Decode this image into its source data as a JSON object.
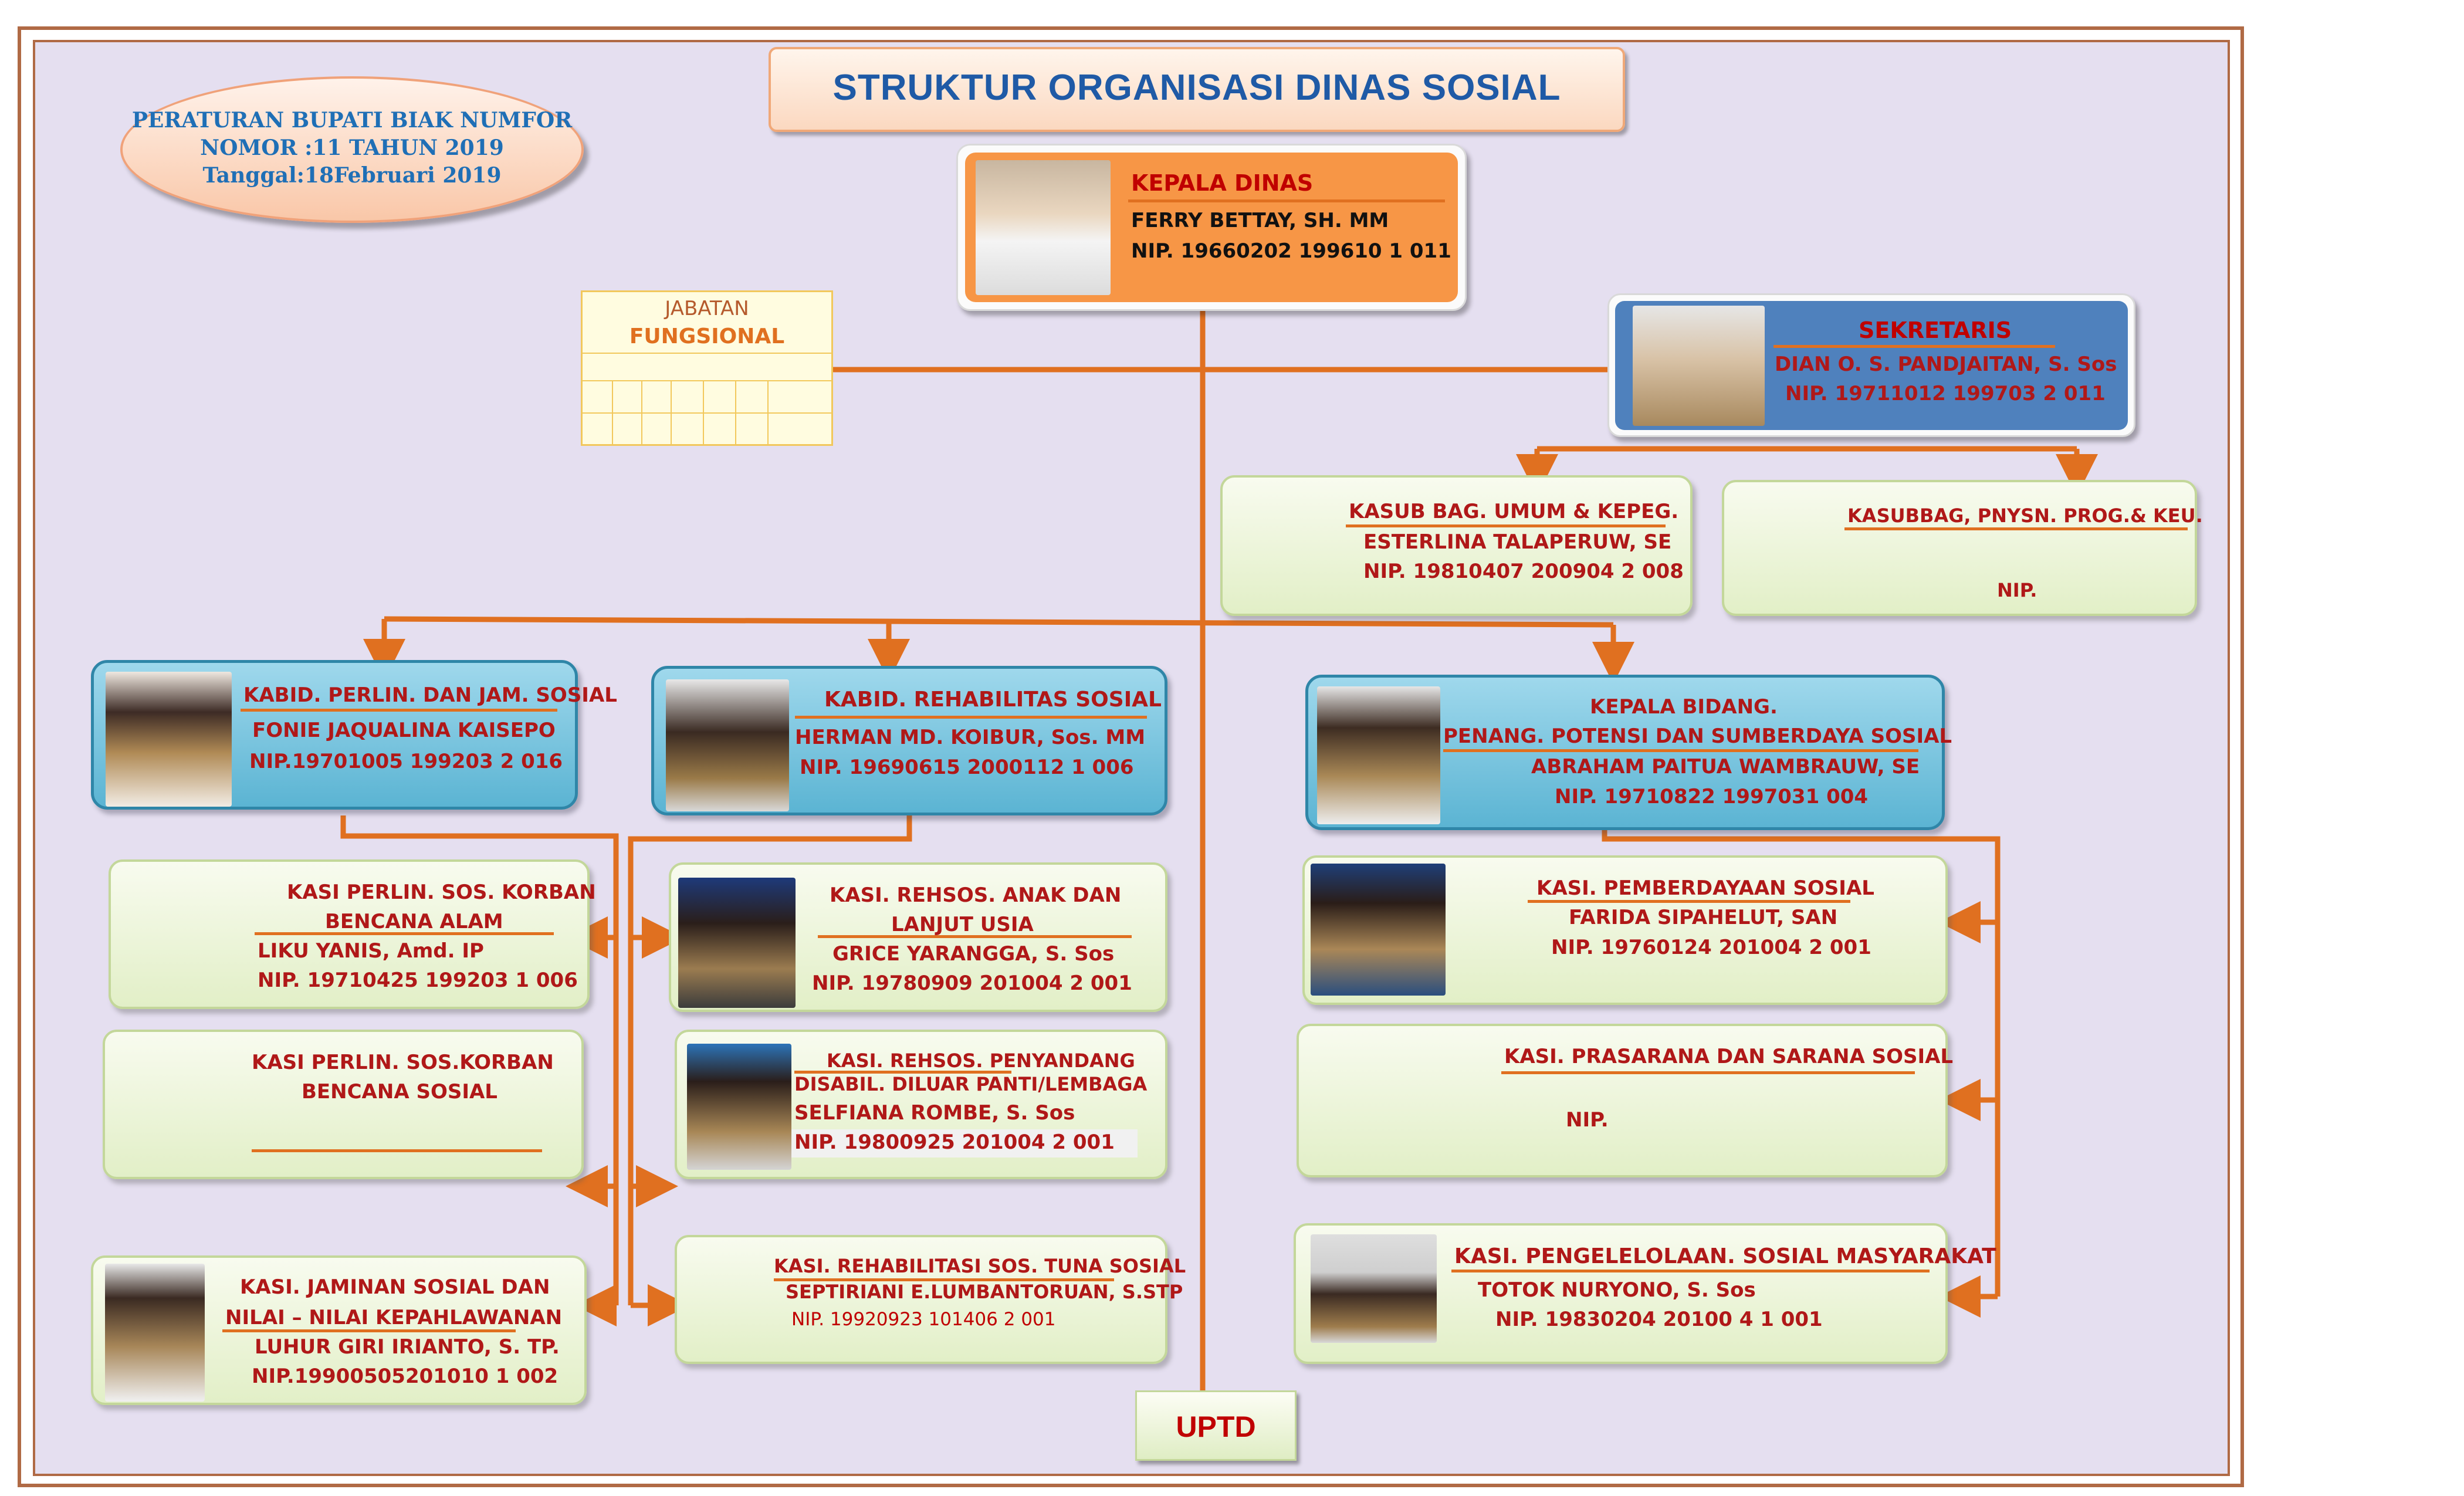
{
  "title": "STRUKTUR ORGANISASI DINAS SOSIAL",
  "regulation": {
    "line1": "PERATURAN BUPATI BIAK NUMFOR",
    "line2": "NOMOR :11 TAHUN 2019",
    "line3": "Tanggal:18Februari  2019"
  },
  "kepala": {
    "title": "KEPALA  DINAS",
    "name": "FERRY BETTAY, SH. MM",
    "nip": "NIP. 19660202 199610 1 011"
  },
  "jabatan": {
    "line1": "JABATAN",
    "line2": "FUNGSIONAL"
  },
  "sekretaris": {
    "title": "SEKRETARIS",
    "name": "DIAN O. S. PANDJAITAN, S. Sos",
    "nip": "NIP. 19711012 199703 2 011"
  },
  "kasubbag_umum": {
    "title": "KASUB BAG. UMUM & KEPEG.",
    "name": "ESTERLINA TALAPERUW, SE",
    "nip": "NIP. 19810407 200904 2 008"
  },
  "kasubbag_prog": {
    "title": "KASUBBAG, PNYSN. PROG.& KEU.",
    "nip": "NIP."
  },
  "kabid_perlin": {
    "title": "KABID. PERLIN. DAN JAM. SOSIAL",
    "name": "FONIE JAQUALINA KAISEPO",
    "nip": "NIP.19701005 199203 2 016"
  },
  "kabid_rehab": {
    "title": "KABID. REHABILITAS SOSIAL",
    "name": "HERMAN MD. KOIBUR, Sos. MM",
    "nip": "NIP.  19690615 2000112 1 006"
  },
  "kabid_potensi": {
    "line1": "KEPALA BIDANG.",
    "title": "PENANG. POTENSI DAN SUMBERDAYA SOSIAL",
    "name": "ABRAHAM PAITUA WAMBRAUW, SE",
    "nip": "NIP. 19710822 1997031 004"
  },
  "kasi_bencana_alam": {
    "line1": "KASI PERLIN. SOS. KORBAN",
    "line2": "BENCANA  ALAM",
    "name": "LIKU YANIS, Amd. IP",
    "nip": "NIP. 19710425 199203 1 006"
  },
  "kasi_bencana_sosial": {
    "line1": "KASI PERLIN. SOS.KORBAN",
    "line2": "BENCANA SOSIAL"
  },
  "kasi_jaminan": {
    "line1": "KASI. JAMINAN SOSIAL DAN",
    "line2": "NILAI – NILAI KEPAHLAWANAN",
    "name": "LUHUR GIRI IRIANTO, S. TP.",
    "nip": "NIP.19900505201010 1 002"
  },
  "kasi_anak": {
    "line1": "KASI. REHSOS. ANAK DAN",
    "line2": "LANJUT USIA",
    "name": "GRICE YARANGGA, S. Sos",
    "nip": "NIP. 19780909 201004 2 001"
  },
  "kasi_disabil": {
    "line1": "KASI. REHSOS.  PENYANDANG",
    "line2": "DISABIL. DILUAR  PANTI/LEMBAGA",
    "name": "SELFIANA ROMBE, S. Sos",
    "nip": "NIP. 19800925 201004 2 001"
  },
  "kasi_tuna": {
    "title": "KASI.  REHABILITASI SOS. TUNA  SOSIAL",
    "name": "SEPTIRIANI E.LUMBANTORUAN, S.STP",
    "nip": "NIP. 19920923 101406 2 001"
  },
  "kasi_pemberdayaan": {
    "title": "KASI. PEMBERDAYAAN SOSIAL",
    "name": "FARIDA  SIPAHELUT, SAN",
    "nip": "NIP. 19760124 201004 2 001"
  },
  "kasi_prasarana": {
    "title": "KASI. PRASARANA DAN SARANA  SOSIAL",
    "nip": "NIP."
  },
  "kasi_pengelolaan": {
    "title": "KASI. PENGELELOLAAN. SOSIAL MASYARAKAT",
    "name": "TOTOK NURYONO, S. Sos",
    "nip": "NIP. 19830204 20100 4 1 001"
  },
  "uptd": "UPTD",
  "colors": {
    "orange": "#e07020",
    "red_text": "#b01818",
    "title_blue": "#1f5aa6",
    "frame": "#b06a45"
  }
}
